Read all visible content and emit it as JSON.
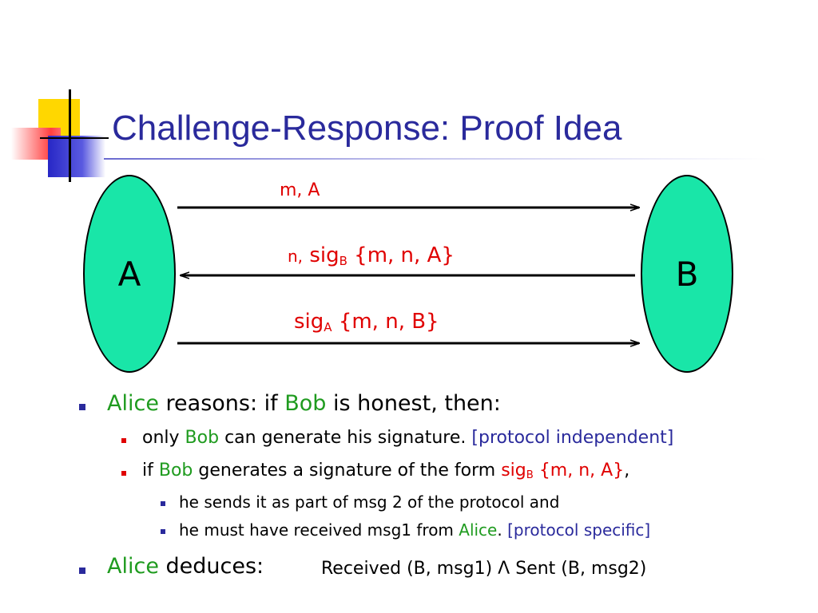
{
  "slide": {
    "title": "Challenge-Response: Proof Idea"
  },
  "diagram": {
    "party_a": "A",
    "party_b": "B",
    "msg1": {
      "text": "m, A"
    },
    "msg2": {
      "prefix": "n,",
      "sig": "sig",
      "sub": "B",
      "body": "{m, n, A}"
    },
    "msg3": {
      "sig": "sig",
      "sub": "A",
      "body": "{m, n, B}"
    }
  },
  "bullets": {
    "item1": {
      "name": "Alice",
      "rest": "reasons: if",
      "bob": "Bob",
      "tail": "is honest, then:"
    },
    "item1_1": {
      "pre": "only",
      "bob": "Bob",
      "mid": "can generate his signature.",
      "note": "[protocol independent]"
    },
    "item1_2": {
      "pre": "if",
      "bob": "Bob",
      "mid": "generates a signature of the form",
      "sig": "sig",
      "sub": "B",
      "body": "{m, n, A}",
      "comma": ","
    },
    "item1_2_1": {
      "text": "he sends it as part of msg 2 of the protocol and"
    },
    "item1_2_2": {
      "pre": "he must have received msg1 from",
      "alice": "Alice",
      "dot": ".",
      "note": "[protocol specific]"
    },
    "item2": {
      "name": "Alice",
      "rest": "deduces:",
      "formula": "Received (B, msg1) Λ Sent (B, msg2)"
    }
  },
  "colors": {
    "title": "#2a2a9c",
    "party_fill": "#19e6a8",
    "message": "#e00000",
    "name_green": "#1f9b1f",
    "note_blue": "#2a2a9c"
  }
}
